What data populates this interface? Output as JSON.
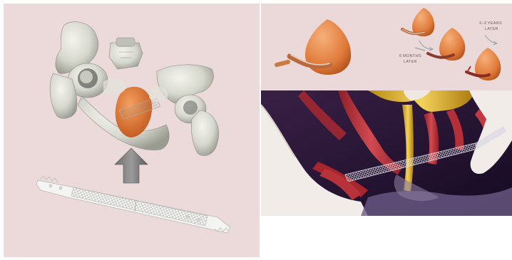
{
  "timeline": {
    "label_6_months": [
      "6 MONTHS",
      "LATER"
    ],
    "label_2_3_years": [
      "2–3 YEARS",
      "LATER"
    ]
  },
  "colors": {
    "left_background": "#ecd9da",
    "top_right_background": "#ebd8d9",
    "bottom_right_background": "#2a1738",
    "bone": "#dcdcd2",
    "uterus": "#e8803a",
    "muscle": "#b8323a",
    "arrow": "#7a7a7a"
  },
  "icons": [
    "pelvis-illustration",
    "mesh-implant-illustration",
    "up-arrow-icon",
    "bladder-illustration",
    "uterus-illustration",
    "muscle-illustration"
  ]
}
